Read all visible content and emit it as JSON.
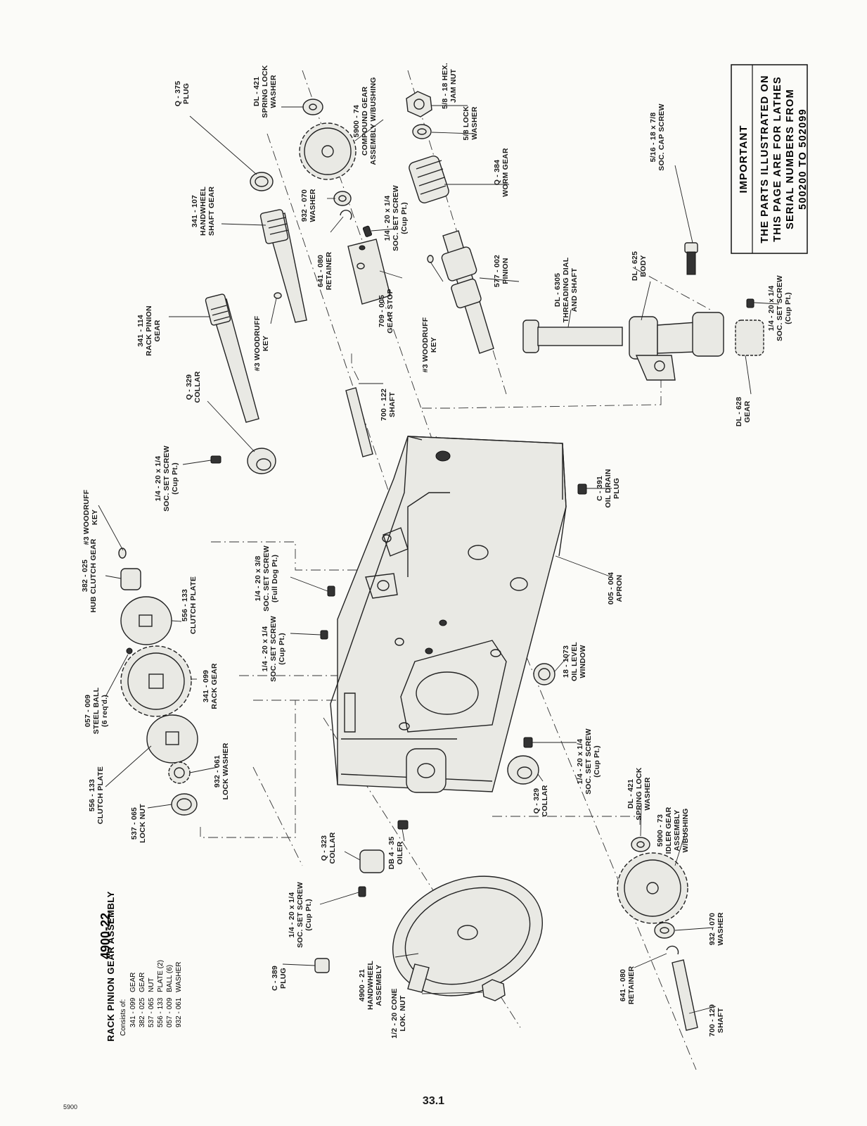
{
  "page": {
    "number": "33.1",
    "code": "5900"
  },
  "important": {
    "title": "IMPORTANT",
    "lines": [
      "THE PARTS ILLUSTRATED ON",
      "THIS PAGE ARE FOR LATHES",
      "SERIAL NUMBERS FROM",
      "500200 TO 502099"
    ]
  },
  "assembly": {
    "number": "4900-22",
    "name": "RACK PINION GEAR ASSEMBLY",
    "consists_label": "Consists of:",
    "items": [
      {
        "part": "341 - 099",
        "desc": "GEAR"
      },
      {
        "part": "382 - 025",
        "desc": "GEAR"
      },
      {
        "part": "537 - 065",
        "desc": "NUT"
      },
      {
        "part": "556 - 133",
        "desc": "PLATE (2)"
      },
      {
        "part": "057 - 009",
        "desc": "BALL (6)"
      },
      {
        "part": "932 - 061",
        "desc": "WASHER"
      }
    ]
  },
  "labels": {
    "q375": [
      "Q - 375",
      "PLUG"
    ],
    "dl421_top": [
      "DL - 421",
      "SPRING LOCK",
      "WASHER"
    ],
    "c5900_74": [
      "5900 - 74",
      "COMPOUND GEAR",
      "ASSEMBLY W/BUSHING"
    ],
    "hexnut": [
      "5/8 - 18 HEX.",
      "JAM NUT"
    ],
    "lockwasher58": [
      "5/8 LOCK",
      "WASHER"
    ],
    "cap_screw": [
      "5/16 - 18 x 7/8",
      "SOC. CAP SCREW"
    ],
    "s341_107": [
      "341 - 107",
      "HANDWHEEL",
      "SHAFT GEAR"
    ],
    "w932_070_top": [
      "932 - 070",
      "WASHER"
    ],
    "set_screw_top": [
      "1/4 - 20 x 1/4",
      "SOC. SET SCREW",
      "(Cup Pt.)"
    ],
    "q384": [
      "Q - 384",
      "WORM GEAR"
    ],
    "r641_080_top": [
      "641 - 080",
      "RETAINER"
    ],
    "gs709_005": [
      "709 - 005",
      "GEAR STOP"
    ],
    "p577_002": [
      "577 - 002",
      "PINION"
    ],
    "dl6305": [
      "DL - 6305",
      "THREADING DIAL",
      "AND SHAFT"
    ],
    "dl625": [
      "DL - 625",
      "BODY"
    ],
    "set_screw_dial": [
      "1/4 - 20 x 1/4",
      "SOC. SET SCREW",
      "(Cup Pt.)"
    ],
    "g341_114": [
      "341 - 114",
      "RACK PINION",
      "GEAR"
    ],
    "key_mid": [
      "#3 WOODRUFF",
      "KEY"
    ],
    "key_right": [
      "#3 WOODRUFF",
      "KEY"
    ],
    "dl628": [
      "DL - 628",
      "GEAR"
    ],
    "q329_top": [
      "Q - 329",
      "COLLAR"
    ],
    "sh700_122": [
      "700 - 122",
      "SHAFT"
    ],
    "set_screw_left": [
      "1/4 - 20 x 1/4",
      "SOC. SET SCREW",
      "(Cup Pt.)"
    ],
    "key_left": [
      "#3 WOODRUFF",
      "KEY"
    ],
    "c391": [
      "C - 391",
      "OIL DRAIN",
      "PLUG"
    ],
    "set_screw_dog": [
      "1/4 - 20 x 3/8",
      "SOC. SET SCREW",
      "(Full Dog Pt.)"
    ],
    "hub382_025": [
      "382 - 025",
      "HUB CLUTCH GEAR"
    ],
    "apron": [
      "005 - 004",
      "APRON"
    ],
    "cp556_133_top": [
      "556 - 133",
      "CLUTCH PLATE"
    ],
    "set_screw_mid": [
      "1/4 - 20 x 1/4",
      "SOC. SET SCREW",
      "(Cup Pt.)"
    ],
    "oil_window": [
      "18 - 1073",
      "OIL LEVEL",
      "WINDOW"
    ],
    "ball057_009": [
      "057 - 009",
      "STEEL BALL",
      "(6 req'd.)"
    ],
    "rg341_099": [
      "341 - 099",
      "RACK GEAR"
    ],
    "set_screw_collar": [
      "1/4 - 20 x 1/4",
      "SOC. SET SCREW",
      "(Cup Pt.)"
    ],
    "lw932_061": [
      "932 - 061",
      "LOCK WASHER"
    ],
    "q329_bottom": [
      "Q - 329",
      "COLLAR"
    ],
    "cp556_133_bottom": [
      "556 - 133",
      "CLUTCH PLATE"
    ],
    "ln537_065": [
      "537 - 065",
      "LOCK NUT"
    ],
    "dl421_bottom": [
      "DL - 421",
      "SPRING LOCK",
      "WASHER"
    ],
    "idler5900_73": [
      "5900 - 73",
      "IDLER GEAR",
      "ASSEMBLY",
      "W/BUSHING"
    ],
    "q323": [
      "Q - 323",
      "COLLAR"
    ],
    "oiler": [
      "DB 4 - 35",
      "OILER"
    ],
    "set_screw_bottom": [
      "1/4 - 20 x 1/4",
      "SOC. SET SCREW",
      "(Cup Pt.)"
    ],
    "w932_070_bottom": [
      "932 - 070",
      "WASHER"
    ],
    "hw4900_21": [
      "4900 - 21",
      "HANDWHEEL",
      "ASSEMBLY"
    ],
    "c389": [
      "C - 389",
      "PLUG"
    ],
    "cone_nut": [
      "1/2 - 20 CONE",
      "LOK. NUT"
    ],
    "r641_080_bottom": [
      "641 - 080",
      "RETAINER"
    ],
    "sh700_129": [
      "700 - 129",
      "SHAFT"
    ]
  }
}
